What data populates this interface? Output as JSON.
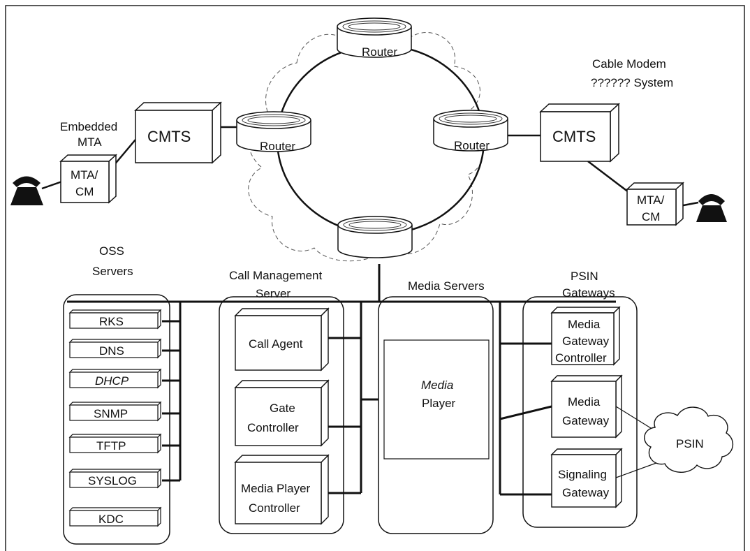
{
  "routers": {
    "top": "Router",
    "left": "Router",
    "right": "Router"
  },
  "cmts": {
    "left": "CMTS",
    "right": "CMTS"
  },
  "embedded_mta": {
    "line1": "Embedded",
    "line2": "MTA"
  },
  "cable_modem_system": {
    "line1": "Cable Modem",
    "line2": "?????? System"
  },
  "mta_cm": {
    "left": {
      "line1": "MTA/",
      "line2": "CM"
    },
    "right": {
      "line1": "MTA/",
      "line2": "CM"
    }
  },
  "oss": {
    "title_line1": "OSS",
    "title_line2": "Servers",
    "items": [
      "RKS",
      "DNS",
      "DHCP",
      "SNMP",
      "TFTP",
      "SYSLOG",
      "KDC"
    ]
  },
  "call_management": {
    "title_line1": "Call Management",
    "title_line2": "Server",
    "call_agent": "Call Agent",
    "gate_controller": {
      "line1": "Gate",
      "line2": "Controller"
    },
    "media_player_controller": {
      "line1": "Media Player",
      "line2": "Controller"
    }
  },
  "media_servers": {
    "title": "Media Servers",
    "media_player": {
      "line1": "Media",
      "line2": "Player"
    }
  },
  "psin_gateways": {
    "title_line1": "PSIN",
    "title_line2": "Gateways",
    "mgc": {
      "line1": "Media",
      "line2": "Gateway",
      "line3": "Controller"
    },
    "media_gateway": {
      "line1": "Media",
      "line2": "Gateway"
    },
    "signaling_gateway": {
      "line1": "Signaling",
      "line2": "Gateway"
    }
  },
  "psin_cloud": "PSIN"
}
